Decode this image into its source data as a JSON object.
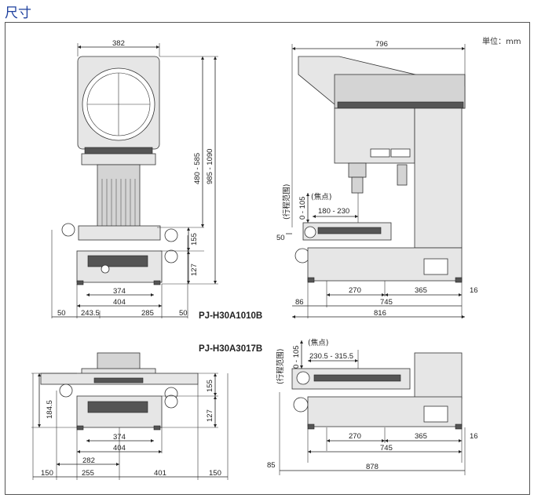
{
  "header": {
    "title": "尺寸"
  },
  "unit_note": "単位：mm",
  "models": {
    "top": "PJ-H30A1010B",
    "bottom": "PJ-H30A3017B"
  },
  "jp_labels": {
    "travel_range": "(行程范围)",
    "focus": "(焦点)"
  },
  "top_front": {
    "width_top": "382",
    "h_480_585": "480 - 585",
    "h_985_1090": "985 - 1090",
    "h_155": "155",
    "h_127": "127",
    "stage_374": "374",
    "base_404": "404",
    "bottom_50a": "50",
    "bottom_243_5": "243.5",
    "bottom_285": "285",
    "bottom_50b": "50"
  },
  "top_side": {
    "depth_796": "796",
    "travel_0_105": "0 - 105",
    "focus_180_230": "180 - 230",
    "left_50": "50",
    "d_86": "86",
    "d_270": "270",
    "d_365": "365",
    "d_16": "16",
    "d_745": "745",
    "d_816": "816"
  },
  "bottom_front": {
    "h_155": "155",
    "h_127": "127",
    "h_184_5": "184.5",
    "stage_374": "374",
    "base_404": "404",
    "d_282": "282",
    "bottom_150a": "150",
    "bottom_255": "255",
    "bottom_401": "401",
    "bottom_150b": "150"
  },
  "bottom_side": {
    "travel_0_105": "0 - 105",
    "focus_230_315": "230.5 - 315.5",
    "d_270": "270",
    "d_365": "365",
    "d_16": "16",
    "d_745": "745",
    "d_85": "85",
    "d_878": "878"
  }
}
